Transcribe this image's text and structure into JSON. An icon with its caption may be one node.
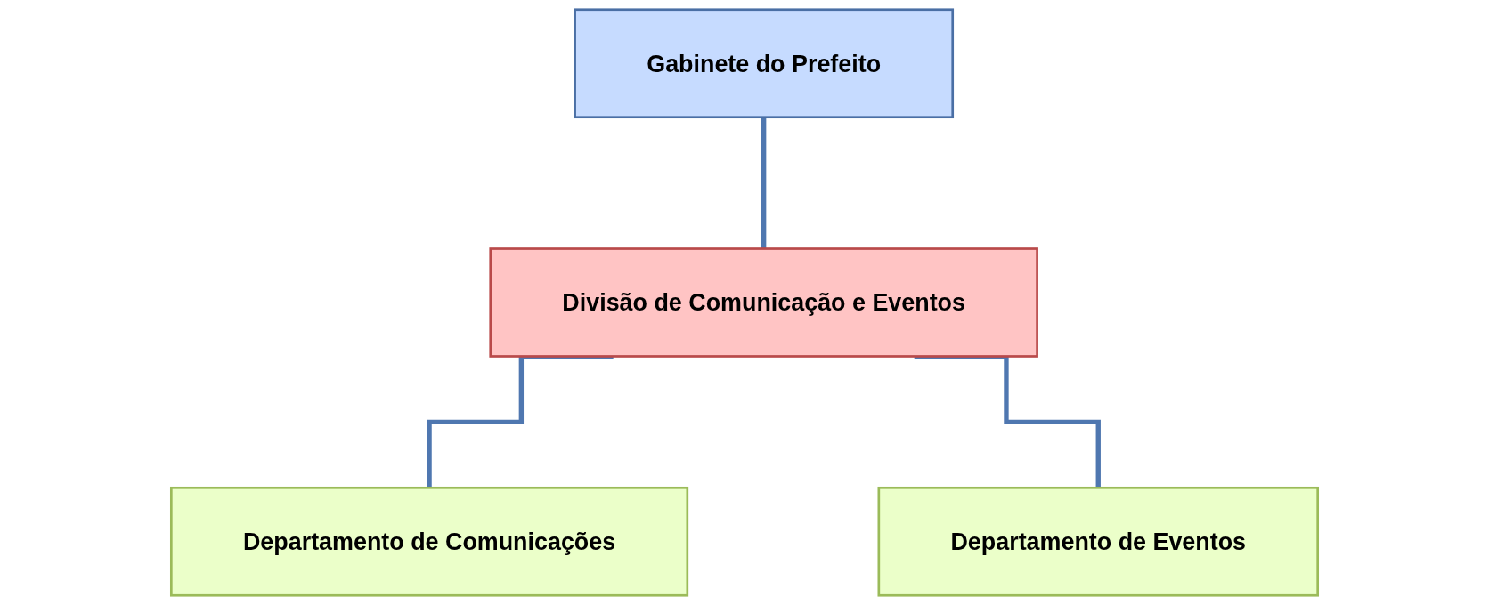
{
  "diagram": {
    "nodes": [
      {
        "text": [
          "Gabinete do Prefeito"
        ]
      },
      {
        "text": [
          "Divisão de Comunicação e Eventos"
        ]
      },
      {
        "text": [
          "Departamento de Comunicações"
        ]
      },
      {
        "text": [
          "Departamento de Eventos"
        ]
      }
    ],
    "edges": [
      {
        "from": 0,
        "to": 1,
        "arrow": "none"
      },
      {
        "from": 1,
        "to": 2,
        "arrow": "none"
      },
      {
        "from": 1,
        "to": 3,
        "arrow": "none"
      }
    ]
  }
}
